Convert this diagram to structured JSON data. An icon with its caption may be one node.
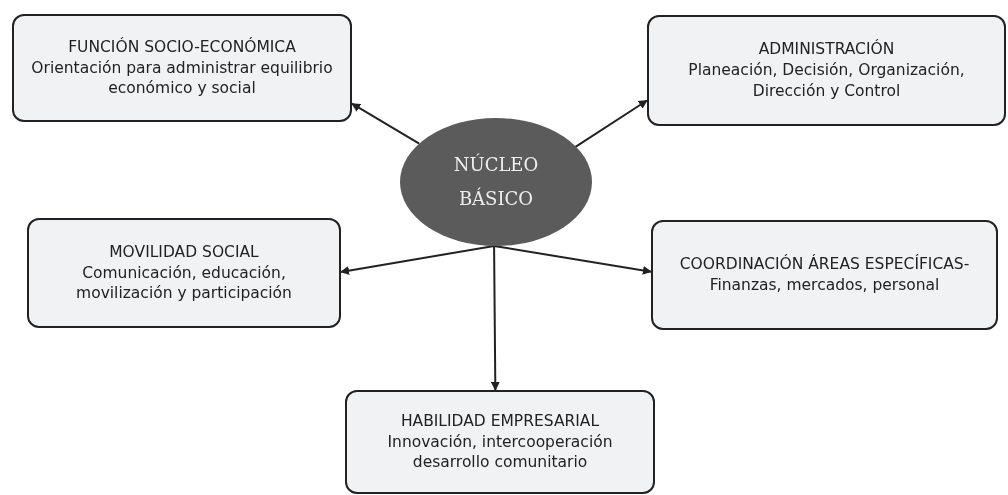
{
  "diagram": {
    "nodes": [
      {
        "text": [
          "NÚCLEO BÁSICO"
        ]
      },
      {
        "text": [
          "FUNCIÓN SOCIO-ECONÓMICA",
          "Orientación para administrar equilibrio económico y social"
        ]
      },
      {
        "text": [
          "ADMINISTRACIÓN",
          "Planeación, Decisión, Organización, Dirección y Control"
        ]
      },
      {
        "text": [
          "MOVILIDAD SOCIAL",
          "Comunicación, educación, movilización y participación"
        ]
      },
      {
        "text": [
          "COORDINACIÓN ÁREAS ESPECÍFICAS-Finanzas, mercados, personal"
        ]
      },
      {
        "text": [
          "HABILIDAD EMPRESARIAL",
          "Innovación, intercooperación desarrollo comunitario"
        ]
      }
    ],
    "edges": [
      {
        "from": 0,
        "to": 1,
        "arrow": "to"
      },
      {
        "from": 0,
        "to": 2,
        "arrow": "to"
      },
      {
        "from": 0,
        "to": 3,
        "arrow": "to"
      },
      {
        "from": 0,
        "to": 4,
        "arrow": "to"
      },
      {
        "from": 0,
        "to": 5,
        "arrow": "to"
      }
    ]
  }
}
